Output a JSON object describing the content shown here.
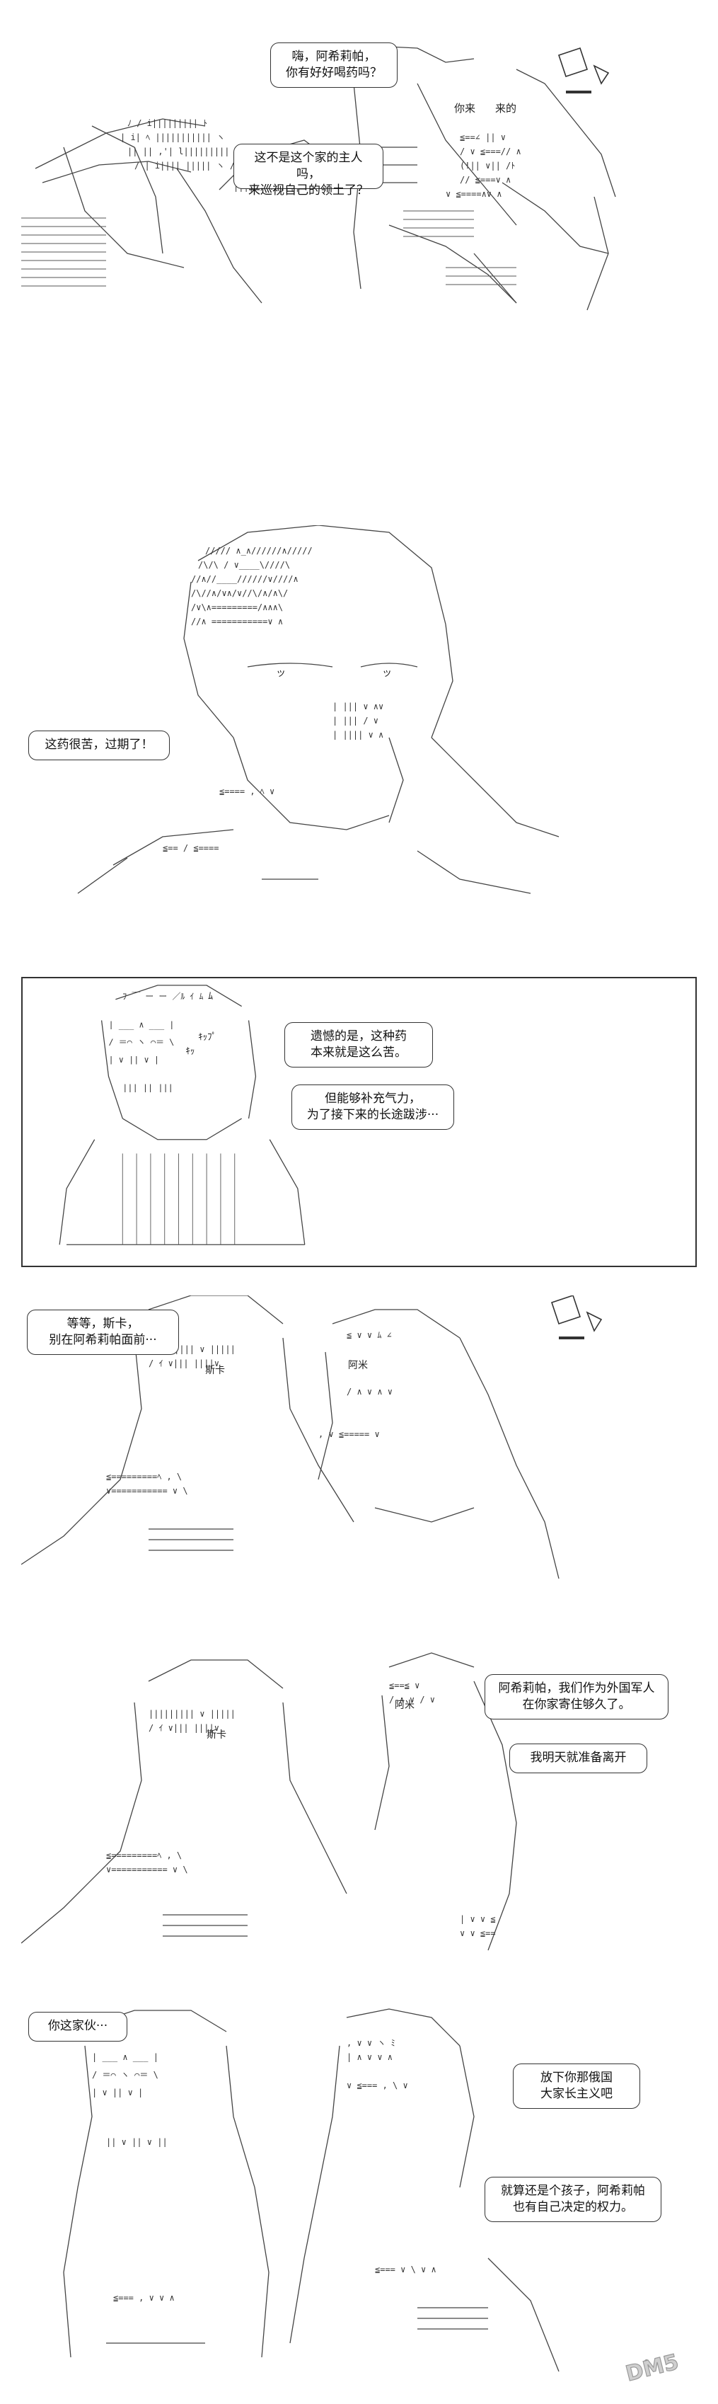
{
  "panels": [
    {
      "bubbles": [
        "嗨，阿希莉帕，\n你有好好喝药吗？",
        "这不是这个家的主人吗，\n来巡视自己的领土了？"
      ],
      "art_text": [
        "你来",
        "来的"
      ]
    },
    {
      "bubbles": [
        "这药很苦，过期了！"
      ],
      "art_text": [
        "ッ",
        "ッ"
      ]
    },
    {
      "bubbles": [
        "遗憾的是，这种药\n本来就是这么苦。",
        "但能够补充气力，\n为了接下来的长途跋涉···"
      ],
      "art_text": [
        "ﾑ",
        "ｷｯ",
        "ｷｯﾌﾟ"
      ]
    },
    {
      "bubbles": [
        "等等，斯卡，\n别在阿希莉帕面前···"
      ],
      "art_text": [
        "斯卡",
        "阿米"
      ]
    },
    {
      "bubbles": [
        "阿希莉帕，我们作为外国军人\n在你家寄住够久了。",
        "我明天就准备离开"
      ],
      "art_text": [
        "斯卡",
        "阿米"
      ]
    },
    {
      "bubbles": [
        "你这家伙···",
        "放下你那俄国\n大家长主义吧",
        "就算还是个孩子，阿希莉帕\n也有自己决定的权力。"
      ],
      "art_text": []
    }
  ],
  "watermark": "DM5"
}
